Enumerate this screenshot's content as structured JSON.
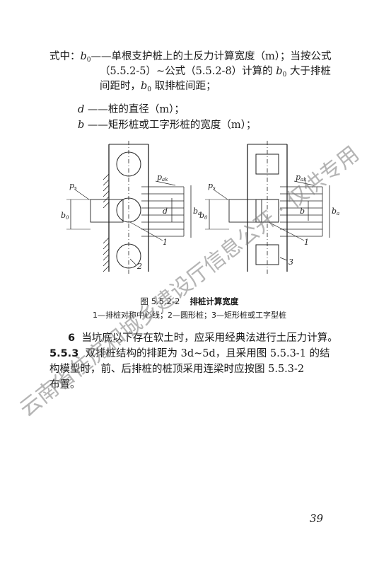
{
  "page": {
    "lines": [
      "式中：",
      "——单根支护桩上的土反力计算宽度（m）；当按公式",
      "（5.5.2-5）~公式（5.5.2-8）计算的",
      "大于排桩",
      "间距时，",
      "取排桩间距；",
      "——桩的直径（m）；",
      "——矩形桩或工字形桩的宽度（m）；"
    ],
    "sym_b": "b",
    "sym_0": "0",
    "sym_d": "d",
    "figure": {
      "caption_number": "图 5.5.2-2",
      "caption_title": "排桩计算宽度",
      "legend": "1—排桩对称中心线；2—圆形桩；3—矩形桩或工字型桩",
      "labels": {
        "ps": "p",
        "ps_sub": "s",
        "pak": "p",
        "pak_sub": "ak",
        "b0": "b",
        "b0_sub": "0",
        "ba": "b",
        "ba_sub": "a",
        "d": "d",
        "b": "b",
        "n1": "1",
        "n2": "2",
        "n3": "3"
      }
    },
    "para6_num": "6",
    "para6": "当坑底以下存在软土时，应采用经典法进行土压力计算。",
    "clause_num": "5.5.3",
    "clause_line1": "双排桩结构的排距为 3d~5d，且采用图 5.5.3-1 的结",
    "clause_line2": "构模型时，前、后排桩的桩顶采用连梁时应按图 5.5.3-2",
    "clause_line3": "布置。",
    "page_number": "39",
    "watermark": "云南省住房和城乡建设厅信息公开 · 仅供专用"
  }
}
